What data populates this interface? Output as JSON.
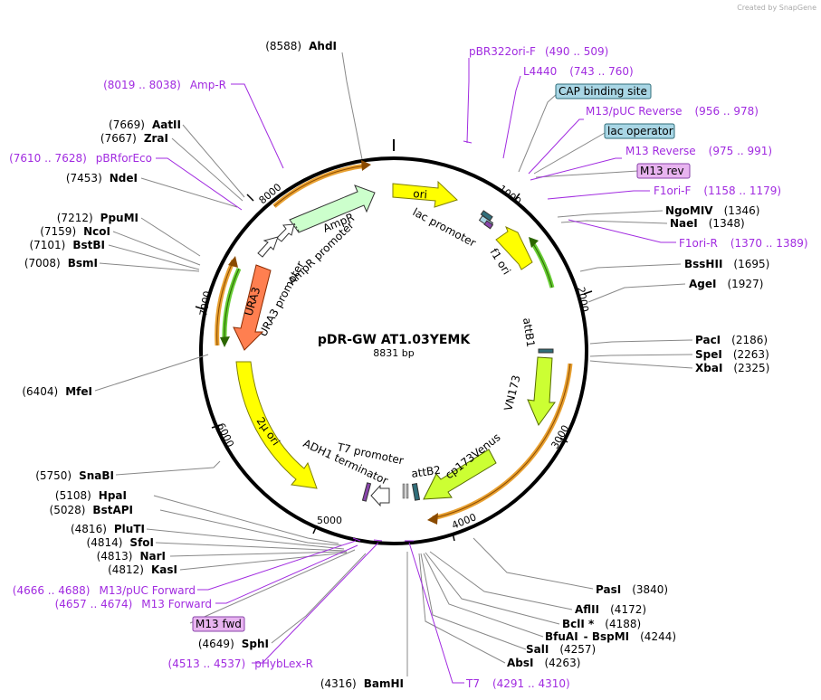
{
  "watermark": "Created by SnapGene",
  "plasmid": {
    "name": "pDR-GW AT1.03YEMK",
    "length": "8831 bp"
  },
  "tick_labels": [
    "1000",
    "2000",
    "3000",
    "4000",
    "5000",
    "6000",
    "7000",
    "8000"
  ],
  "sites_left": [
    {
      "num": "(8588)",
      "name": "AhdI"
    },
    {
      "num": "(7669)",
      "name": "AatII"
    },
    {
      "num": "(7667)",
      "name": "ZraI"
    },
    {
      "num": "(7453)",
      "name": "NdeI"
    },
    {
      "num": "(7212)",
      "name": "PpuMI"
    },
    {
      "num": "(7159)",
      "name": "NcoI"
    },
    {
      "num": "(7101)",
      "name": "BstBI"
    },
    {
      "num": "(7008)",
      "name": "BsmI"
    },
    {
      "num": "(6404)",
      "name": "MfeI"
    },
    {
      "num": "(5750)",
      "name": "SnaBI"
    },
    {
      "num": "(5108)",
      "name": "HpaI"
    },
    {
      "num": "(5028)",
      "name": "BstAPI"
    },
    {
      "num": "(4816)",
      "name": "PluTI"
    },
    {
      "num": "(4814)",
      "name": "SfoI"
    },
    {
      "num": "(4813)",
      "name": "NarI"
    },
    {
      "num": "(4812)",
      "name": "KasI"
    },
    {
      "num": "(4649)",
      "name": "SphI"
    },
    {
      "num": "(4316)",
      "name": "BamHI"
    }
  ],
  "sites_right": [
    {
      "name": "NgoMIV",
      "num": "(1346)"
    },
    {
      "name": "NaeI",
      "num": "(1348)"
    },
    {
      "name": "BssHII",
      "num": "(1695)"
    },
    {
      "name": "AgeI",
      "num": "(1927)"
    },
    {
      "name": "PacI",
      "num": "(2186)"
    },
    {
      "name": "SpeI",
      "num": "(2263)"
    },
    {
      "name": "XbaI",
      "num": "(2325)"
    },
    {
      "name": "PasI",
      "num": "(3840)"
    },
    {
      "name": "AflII",
      "num": "(4172)"
    },
    {
      "name": "BclI *",
      "num": "(4188)"
    },
    {
      "name": "BfuAI",
      "num": "- BspMI"
    },
    {
      "name": "SalI",
      "num": "(4257)"
    },
    {
      "name": "AbsI",
      "num": "(4263)"
    }
  ],
  "bspmi_pos": "(4244)",
  "primers": {
    "pbr322": {
      "name": "pBR322ori-F",
      "range": "(490 .. 509)"
    },
    "l4440": {
      "name": "L4440",
      "range": "(743 .. 760)"
    },
    "m13puc_rev": {
      "name": "M13/pUC Reverse",
      "range": "(956 .. 978)"
    },
    "m13_reverse": {
      "name": "M13 Reverse",
      "range": "(975 .. 991)"
    },
    "f1ori_f": {
      "name": "F1ori-F",
      "range": "(1158 .. 1179)"
    },
    "f1ori_r": {
      "name": "F1ori-R",
      "range": "(1370 .. 1389)"
    },
    "amp_r": {
      "name": "Amp-R",
      "range": "(8019 .. 8038)"
    },
    "pbrforeco": {
      "name": "pBRforEco",
      "range": "(7610 .. 7628)"
    },
    "m13puc_fwd": {
      "name": "M13/pUC Forward",
      "range": "(4666 .. 4688)"
    },
    "m13_forward": {
      "name": "M13 Forward",
      "range": "(4657 .. 4674)"
    },
    "phyblex": {
      "name": "pHybLex-R",
      "range": "(4513 .. 4537)"
    },
    "t7": {
      "name": "T7",
      "range": "(4291 .. 4310)"
    }
  },
  "feature_boxes": {
    "cap": "CAP binding site",
    "lac_op": "lac operator",
    "m13_rev": "M13 rev",
    "m13_fwd": "M13 fwd"
  },
  "features": {
    "ori": "ori",
    "lac_promoter": "lac promoter",
    "f1_ori": "f1 ori",
    "ampr": "AmpR",
    "ampr_promoter": "AmpR promoter",
    "ura3": "URA3",
    "ura3_promoter": "URA3 promoter",
    "two_mu": "2μ ori",
    "attb1": "attB1",
    "vn173": "VN173",
    "cp173venus": "cp173Venus",
    "attb2": "attB2",
    "t7_promoter": "T7 promoter",
    "adh1_term": "ADH1 terminator"
  },
  "colors": {
    "backbone": "#000000",
    "primer": "#a12be0",
    "ori": "#ffff00",
    "ampr": "#ccffcc",
    "ura3": "#ff7f50",
    "venus": "#ccff33",
    "cap_box": "#a9d6e5",
    "primer_box": "#e8b4f0"
  }
}
